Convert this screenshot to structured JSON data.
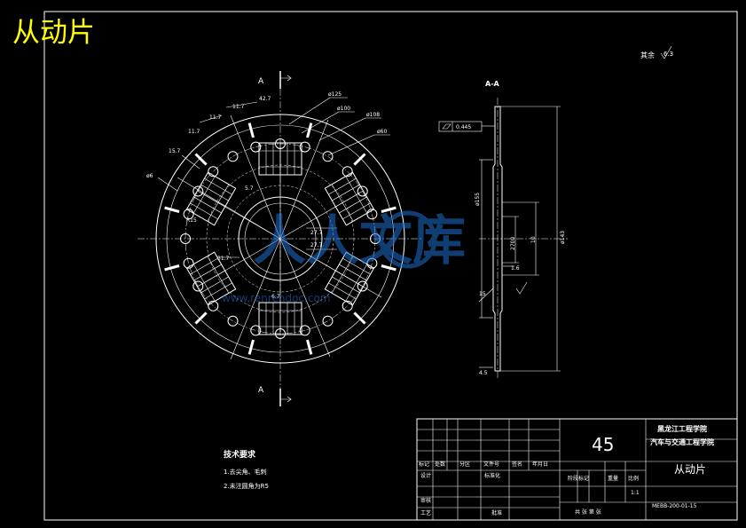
{
  "header": {
    "title": "从动片"
  },
  "roughness": {
    "label": "其余",
    "value": "6.3"
  },
  "front_view": {
    "section_label_top": "A",
    "section_label_bottom": "A",
    "dims": {
      "d125": "ø125",
      "d100": "ø100",
      "d108": "ø108",
      "d60": "ø60",
      "d6": "ø6",
      "r15": "R15",
      "a42": "42.7",
      "a11_1": "11.7",
      "a11_2": "11.7",
      "a11_3": "11.7",
      "a15": "15.7",
      "l27a": "27.7",
      "l27b": "27.7",
      "l31": "31.7",
      "l5": "5.7",
      "l6": "6.7"
    }
  },
  "side_view": {
    "title": "A-A",
    "flatness_value": "0.445",
    "dims": {
      "d155": "ø155",
      "d143": "ø143",
      "d270": "2700",
      "d10": "10",
      "t16": "1.6",
      "a15": "15",
      "t45": "4.5"
    }
  },
  "watermark": {
    "text": "人人文库",
    "url": "www.renrendoc.com"
  },
  "tech_req": {
    "title": "技术要求",
    "items": [
      "1.去尖角、毛刺",
      "2.未注圆角为R5"
    ]
  },
  "title_block": {
    "material": "45",
    "school_line1": "黑龙江工程学院",
    "school_line2": "汽车与交通工程学院",
    "part_name": "从动片",
    "drawing_no": "MEBB-200-01-15",
    "scale": "1:1",
    "headers": [
      "标记",
      "处数",
      "分区",
      "文件号",
      "签名",
      "年月日"
    ],
    "design": "设计",
    "standardize": "标准化",
    "review": "审核",
    "process": "工艺",
    "approve": "批准",
    "stage_mark": "阶段标记",
    "weight": "重量",
    "ratio": "比例",
    "sheets": "共  张  第  张"
  }
}
